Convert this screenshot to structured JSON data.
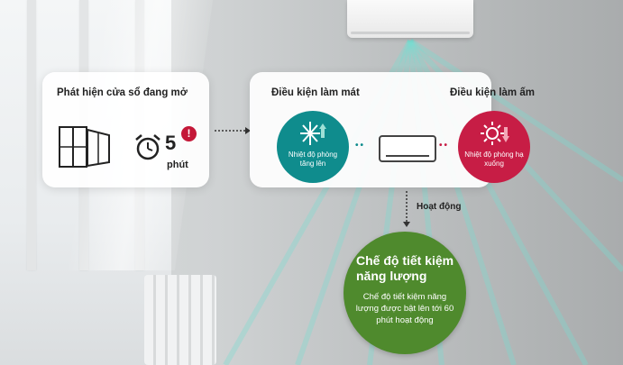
{
  "detect": {
    "title": "Phát hiện cửa sổ đang mở",
    "time_value": "5",
    "time_unit": "phút",
    "alert_mark": "!"
  },
  "conditions": {
    "cooling_title": "Điều kiện làm mát",
    "warming_title": "Điều kiện làm ấm",
    "cooling_desc": "Nhiệt độ phòng tăng lên",
    "warming_desc": "Nhiệt độ phòng hạ xuống",
    "dots": "••"
  },
  "operation_label": "Hoạt động",
  "eco": {
    "title": "Chế độ tiết kiệm năng lượng",
    "description": "Chế độ tiết kiệm năng lượng được bật lên tới 60 phút hoạt động"
  },
  "colors": {
    "cool": "#0f8c8d",
    "warm": "#c71d45",
    "eco": "#4f8a2d",
    "alert": "#c41838"
  },
  "icons": [
    "window-icon",
    "alarm-clock-icon",
    "snowflake-icon",
    "sun-icon",
    "air-conditioner-icon",
    "arrow-right-icon",
    "arrow-down-icon"
  ]
}
